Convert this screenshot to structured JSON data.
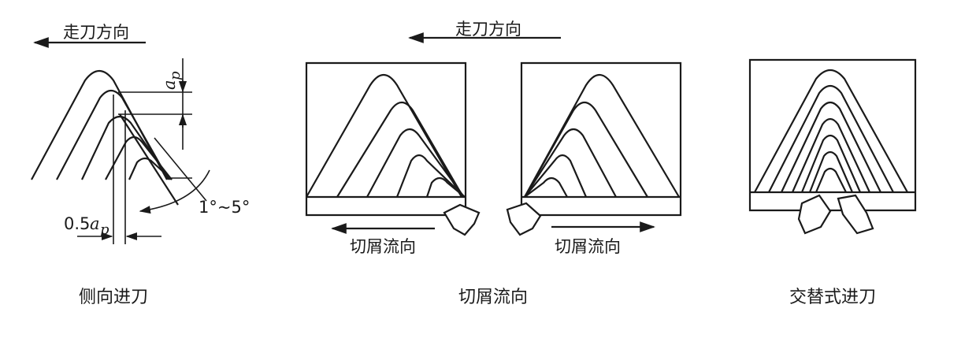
{
  "panels": {
    "side_feed": {
      "direction_label": "走刀方向",
      "depth_symbol": "a",
      "depth_subscript": "p",
      "offset_coeff": "0.5",
      "offset_symbol": "a",
      "offset_subscript": "p",
      "angle_label": "1°~5°",
      "caption": "侧向进刀"
    },
    "chip_flow": {
      "direction_label": "走刀方向",
      "left_flow_label": "切屑流向",
      "right_flow_label": "切屑流向",
      "caption": "切屑流向"
    },
    "alternating_feed": {
      "caption": "交替式进刀"
    }
  },
  "colors": {
    "ink": "#1a1a1a",
    "paper": "#ffffff"
  }
}
